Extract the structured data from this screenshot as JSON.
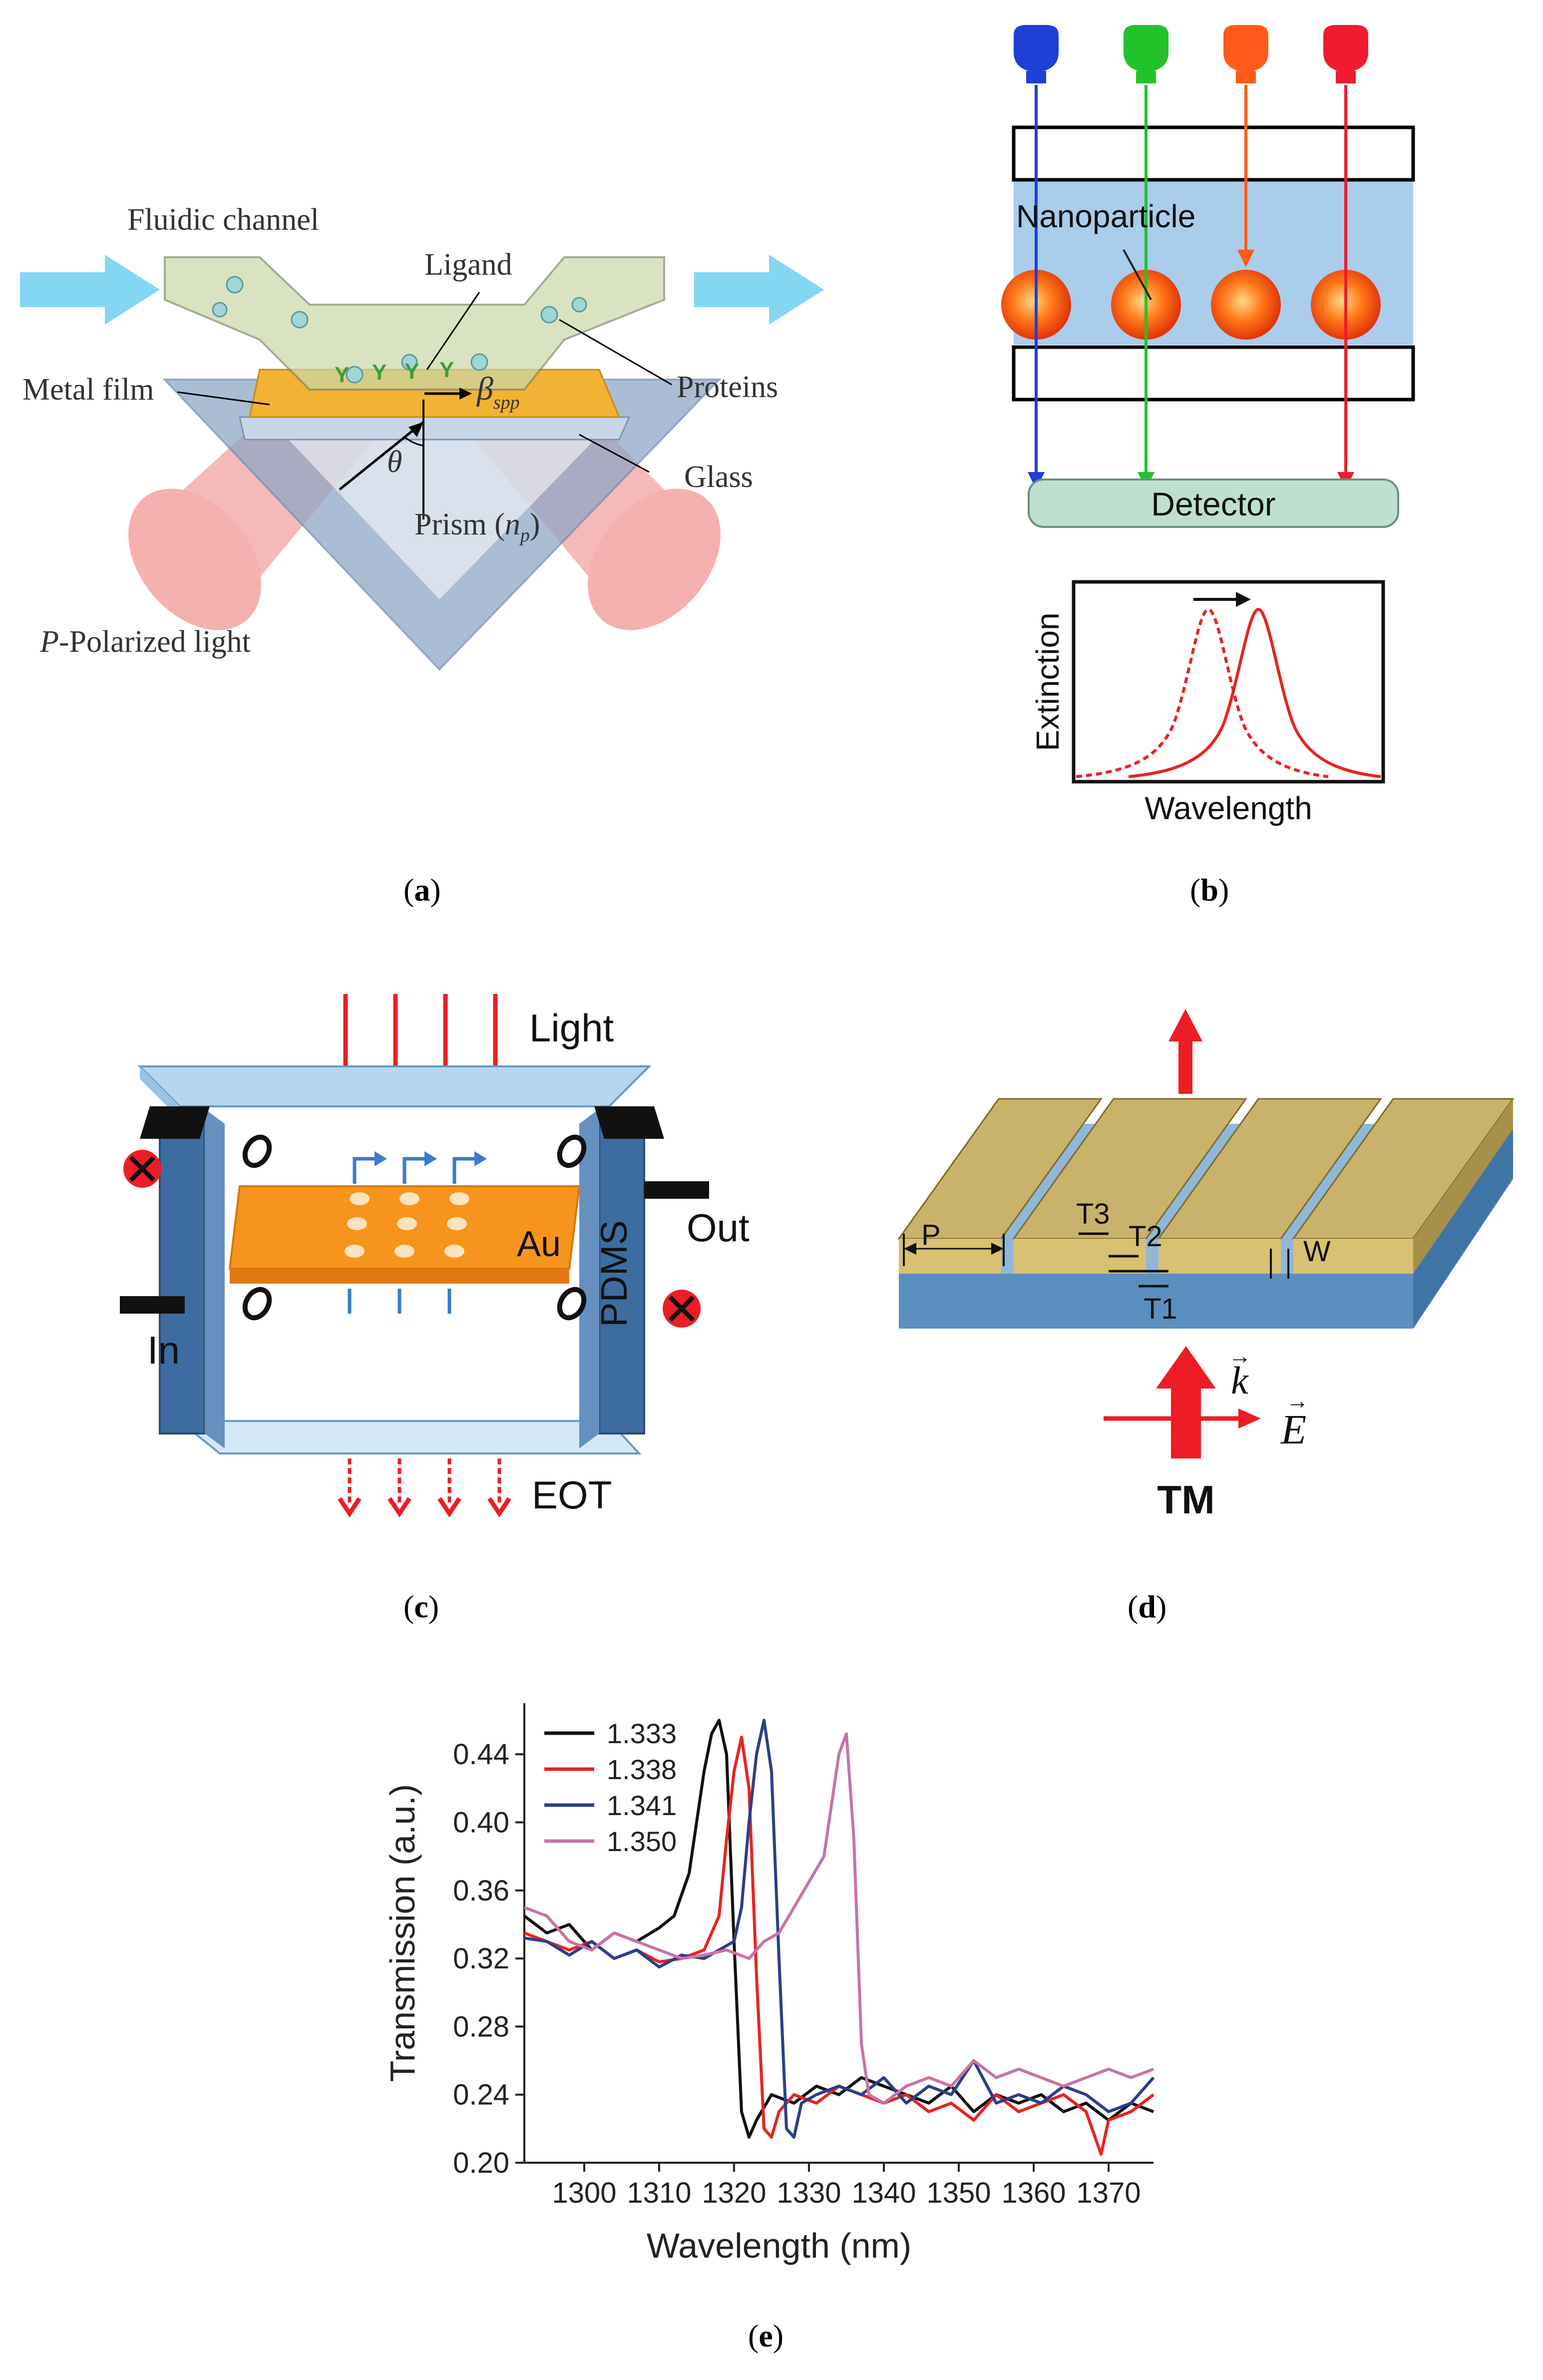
{
  "panel_a": {
    "fluidic_channel": "Fluidic channel",
    "ligand": "Ligand",
    "metal_film": "Metal film",
    "proteins": "Proteins",
    "glass": "Glass",
    "theta": "θ",
    "beta": "β",
    "beta_sub": "spp",
    "prism": "Prism (",
    "prism_np": "n",
    "prism_np_sub": "p",
    "prism_close": ")",
    "p_italic": "P",
    "polarized": "-Polarized light",
    "caption_letter": "a"
  },
  "panel_b": {
    "nanoparticle": "Nanoparticle",
    "detector": "Detector",
    "extinction": "Extinction",
    "wavelength": "Wavelength",
    "source_colors": [
      "#1f3fd6",
      "#22c22a",
      "#ff5a1a",
      "#ee1c2e"
    ],
    "caption_letter": "b"
  },
  "panel_c": {
    "light": "Light",
    "out": "Out",
    "in": "In",
    "au": "Au",
    "pdms": "PDMS",
    "eot": "EOT",
    "caption_letter": "c"
  },
  "panel_d": {
    "p": "P",
    "t3": "T3",
    "t2": "T2",
    "t1": "T1",
    "w": "W",
    "k": "k",
    "e": "E",
    "tm": "TM",
    "caption_letter": "d"
  },
  "panel_e": {
    "caption_letter": "e"
  },
  "chart_data": {
    "type": "line",
    "xlabel": "Wavelength (nm)",
    "ylabel": "Transmission (a.u.)",
    "xlim": [
      1292,
      1376
    ],
    "ylim": [
      0.2,
      0.47
    ],
    "xticks": [
      1300,
      1310,
      1320,
      1330,
      1340,
      1350,
      1360,
      1370
    ],
    "yticks": [
      0.2,
      0.24,
      0.28,
      0.32,
      0.36,
      0.4,
      0.44
    ],
    "ytick_labels": [
      "0.20",
      "0.24",
      "0.28",
      "0.32",
      "0.36",
      "0.40",
      "0.44"
    ],
    "legend_position": "top-left",
    "series": [
      {
        "name": "1.333",
        "color": "#111111",
        "x": [
          1292,
          1295,
          1298,
          1301,
          1304,
          1307,
          1310,
          1312,
          1314,
          1315,
          1316,
          1317,
          1318,
          1319,
          1320,
          1321,
          1322,
          1323,
          1325,
          1328,
          1331,
          1334,
          1337,
          1340,
          1343,
          1346,
          1349,
          1352,
          1355,
          1358,
          1361,
          1364,
          1367,
          1370,
          1373,
          1376
        ],
        "y": [
          0.345,
          0.335,
          0.34,
          0.325,
          0.335,
          0.33,
          0.338,
          0.345,
          0.37,
          0.4,
          0.43,
          0.452,
          0.46,
          0.44,
          0.33,
          0.23,
          0.215,
          0.225,
          0.24,
          0.235,
          0.245,
          0.24,
          0.25,
          0.245,
          0.24,
          0.235,
          0.245,
          0.23,
          0.24,
          0.235,
          0.24,
          0.23,
          0.235,
          0.225,
          0.235,
          0.23
        ]
      },
      {
        "name": "1.338",
        "color": "#e8231f",
        "x": [
          1292,
          1295,
          1298,
          1301,
          1304,
          1307,
          1310,
          1313,
          1316,
          1318,
          1319,
          1320,
          1321,
          1322,
          1323,
          1324,
          1325,
          1326,
          1328,
          1331,
          1334,
          1337,
          1340,
          1343,
          1346,
          1349,
          1352,
          1355,
          1358,
          1361,
          1364,
          1367,
          1369,
          1370,
          1373,
          1376
        ],
        "y": [
          0.335,
          0.33,
          0.325,
          0.33,
          0.32,
          0.325,
          0.318,
          0.32,
          0.325,
          0.345,
          0.39,
          0.43,
          0.45,
          0.42,
          0.31,
          0.22,
          0.215,
          0.23,
          0.24,
          0.235,
          0.245,
          0.24,
          0.235,
          0.24,
          0.23,
          0.235,
          0.225,
          0.24,
          0.23,
          0.235,
          0.24,
          0.23,
          0.205,
          0.225,
          0.23,
          0.24
        ]
      },
      {
        "name": "1.341",
        "color": "#2a3f8a",
        "x": [
          1292,
          1295,
          1298,
          1301,
          1304,
          1307,
          1310,
          1313,
          1316,
          1318,
          1320,
          1321,
          1322,
          1323,
          1324,
          1325,
          1326,
          1327,
          1328,
          1329,
          1331,
          1334,
          1337,
          1340,
          1343,
          1346,
          1349,
          1352,
          1355,
          1358,
          1361,
          1364,
          1367,
          1370,
          1373,
          1376
        ],
        "y": [
          0.332,
          0.33,
          0.322,
          0.33,
          0.32,
          0.325,
          0.315,
          0.322,
          0.32,
          0.325,
          0.33,
          0.35,
          0.4,
          0.44,
          0.46,
          0.43,
          0.32,
          0.22,
          0.215,
          0.235,
          0.24,
          0.245,
          0.24,
          0.25,
          0.235,
          0.245,
          0.24,
          0.26,
          0.235,
          0.24,
          0.235,
          0.245,
          0.24,
          0.23,
          0.235,
          0.25
        ]
      },
      {
        "name": "1.350",
        "color": "#c873a6",
        "x": [
          1292,
          1295,
          1298,
          1301,
          1304,
          1307,
          1310,
          1313,
          1316,
          1319,
          1322,
          1324,
          1326,
          1328,
          1330,
          1332,
          1333,
          1334,
          1335,
          1336,
          1337,
          1338,
          1340,
          1343,
          1346,
          1349,
          1352,
          1355,
          1358,
          1361,
          1364,
          1367,
          1370,
          1373,
          1376
        ],
        "y": [
          0.35,
          0.345,
          0.33,
          0.325,
          0.335,
          0.33,
          0.325,
          0.32,
          0.322,
          0.325,
          0.32,
          0.33,
          0.335,
          0.35,
          0.365,
          0.38,
          0.41,
          0.44,
          0.452,
          0.39,
          0.27,
          0.24,
          0.235,
          0.245,
          0.25,
          0.245,
          0.26,
          0.25,
          0.255,
          0.25,
          0.245,
          0.25,
          0.255,
          0.25,
          0.255
        ]
      }
    ]
  }
}
